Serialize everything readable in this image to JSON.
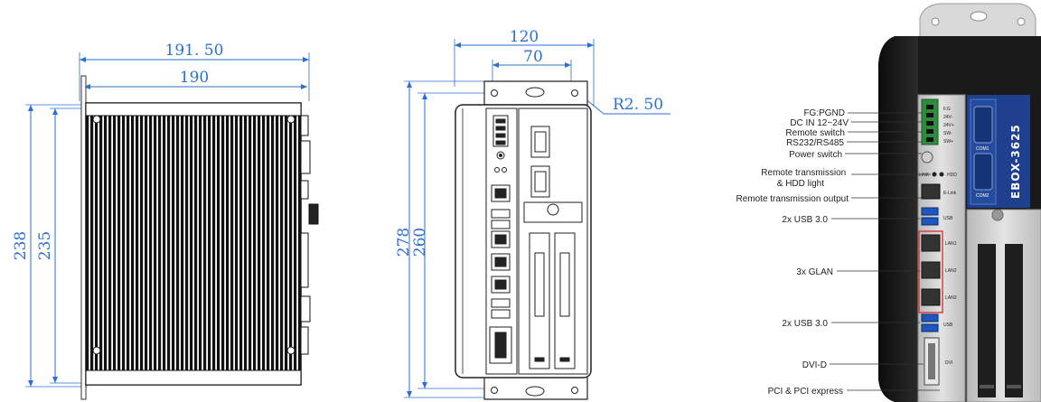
{
  "side_view": {
    "dim_top": "191. 50",
    "dim_second": "190",
    "dim_height_outer": "238",
    "dim_height_inner": "235"
  },
  "front_view": {
    "dim_width": "120",
    "dim_hole_spacing": "70",
    "dim_radius": "R2. 50",
    "dim_height_outer": "278",
    "dim_height_inner": "260"
  },
  "photo": {
    "brand": "EBOX-3625",
    "callouts": [
      {
        "label": "FG:PGND"
      },
      {
        "label": "DC IN 12~24V"
      },
      {
        "label": "Remote switch"
      },
      {
        "label": "RS232/RS485"
      },
      {
        "label": "Power switch"
      },
      {
        "label": "Remote transmission\n& HDD light"
      },
      {
        "label": "Remote transmission output"
      },
      {
        "label": "2x USB 3.0"
      },
      {
        "label": "3x GLAN"
      },
      {
        "label": "2x USB 3.0"
      },
      {
        "label": "DVI-D"
      },
      {
        "label": "PCI & PCI express"
      }
    ],
    "terminal_labels": [
      "F.G",
      "24V-",
      "24V+",
      "SW-",
      "SW+"
    ],
    "port_labels": {
      "com1": "COM1",
      "com2": "COM2",
      "hdd": "HDD",
      "link": "LINK",
      "elink": "E-Link",
      "usb_a": "USB",
      "lan1": "LAN1",
      "lan2": "LAN2",
      "lan3": "LAN3",
      "usb_b": "USB",
      "dvi": "DVI"
    }
  },
  "colors": {
    "dimension": "#2b6fd6",
    "frame": "#333333",
    "chassis_dark": "#1a1a1a",
    "panel_silver": "#c8c8c8",
    "blue_panel": "#1f3f8f",
    "terminal_green": "#2e8b3d"
  }
}
